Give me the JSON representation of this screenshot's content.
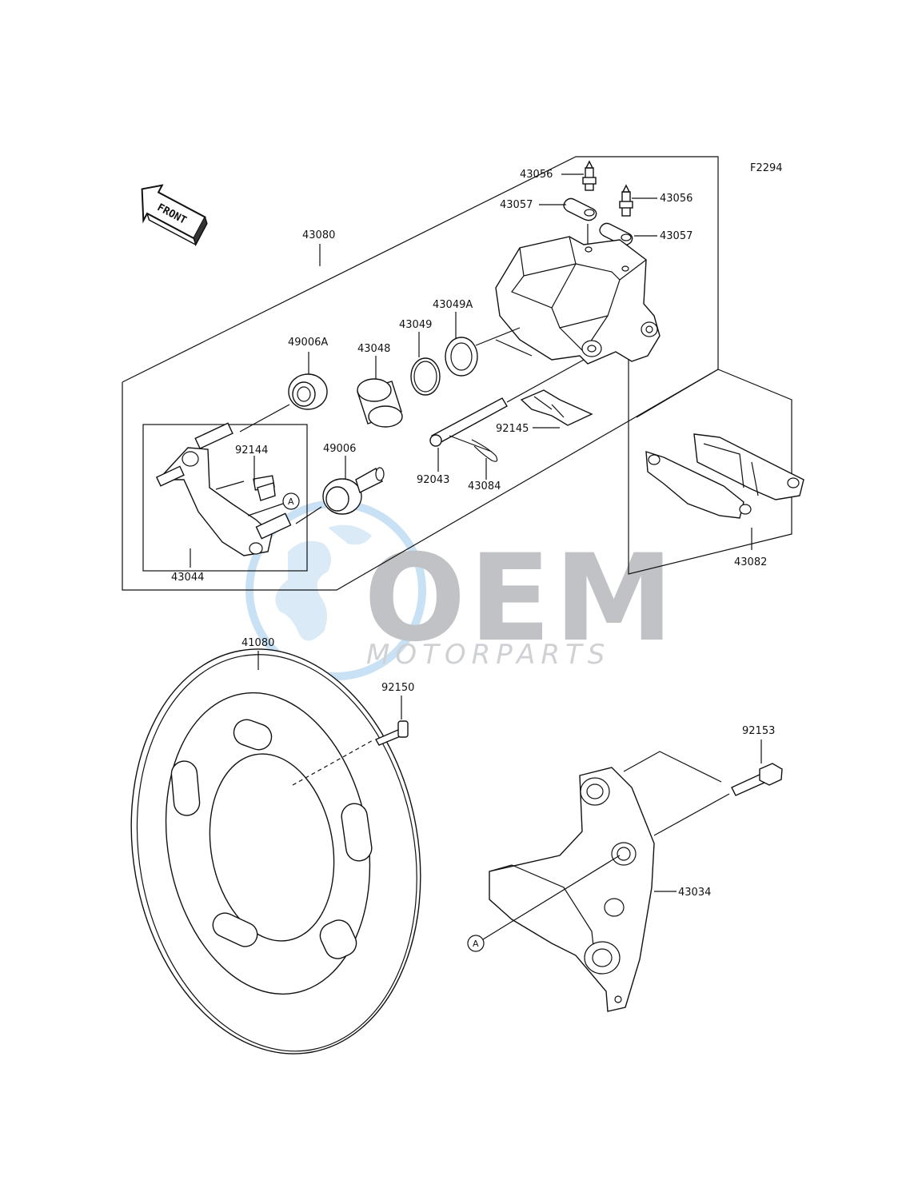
{
  "figure_code": "F2294",
  "front_arrow": {
    "label": "FRONT"
  },
  "parts": [
    {
      "id": "p43056a",
      "label": "43056"
    },
    {
      "id": "p43056b",
      "label": "43056"
    },
    {
      "id": "p43057a",
      "label": "43057"
    },
    {
      "id": "p43057b",
      "label": "43057"
    },
    {
      "id": "p43080",
      "label": "43080"
    },
    {
      "id": "p43049A",
      "label": "43049A"
    },
    {
      "id": "p43049",
      "label": "43049"
    },
    {
      "id": "p43048",
      "label": "43048"
    },
    {
      "id": "p49006A",
      "label": "49006A"
    },
    {
      "id": "p49006",
      "label": "49006"
    },
    {
      "id": "p92144",
      "label": "92144"
    },
    {
      "id": "p92145",
      "label": "92145"
    },
    {
      "id": "p92043",
      "label": "92043"
    },
    {
      "id": "p43084",
      "label": "43084"
    },
    {
      "id": "p43044",
      "label": "43044"
    },
    {
      "id": "p43082",
      "label": "43082"
    },
    {
      "id": "p41080",
      "label": "41080"
    },
    {
      "id": "p92150",
      "label": "92150"
    },
    {
      "id": "p92153",
      "label": "92153"
    },
    {
      "id": "p43034",
      "label": "43034"
    }
  ],
  "callouts": [
    {
      "letter": "A"
    },
    {
      "letter": "A"
    }
  ],
  "watermark": {
    "brand": "OEM",
    "tagline": "MOTORPARTS"
  }
}
